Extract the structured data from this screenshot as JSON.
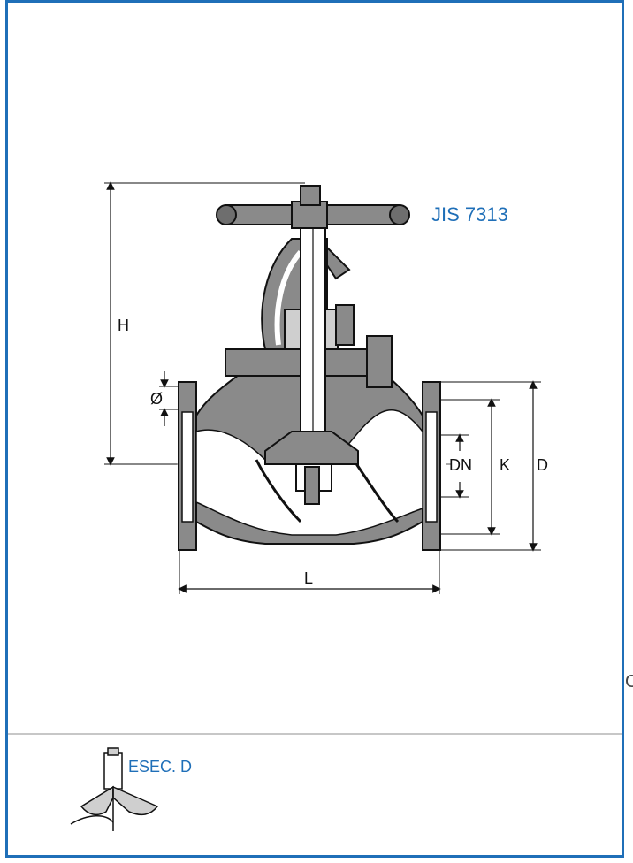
{
  "labels": {
    "standard": "JIS 7313",
    "variant": "ESEC. D",
    "edge_glyph": "C"
  },
  "dimensions": {
    "h": "H",
    "phi": "Ø",
    "dn": "DN",
    "k": "K",
    "d": "D",
    "l": "L"
  },
  "colors": {
    "accent": "#1f6fb8",
    "drawing_fill": "#8a8a8a",
    "divider": "#c7c7c7"
  }
}
